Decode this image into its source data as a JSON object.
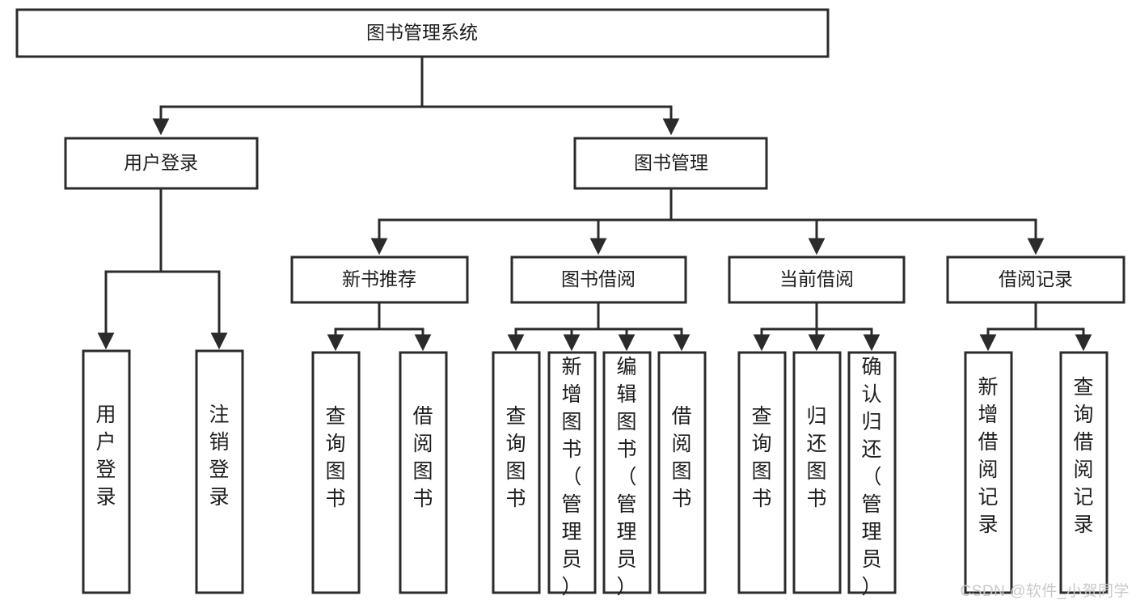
{
  "diagram": {
    "title": "图书管理系统",
    "type": "tree-hierarchy-chart",
    "watermark": "CSDN @软件_小贺同学",
    "colors": {
      "stroke": "#2b2b2b",
      "fill": "#ffffff",
      "text": "#1d1d1d",
      "watermark": "#c9c9c9"
    },
    "root": {
      "label": "图书管理系统"
    },
    "level1": [
      {
        "label": "用户登录"
      },
      {
        "label": "图书管理"
      }
    ],
    "level2": [
      {
        "label": "新书推荐"
      },
      {
        "label": "图书借阅"
      },
      {
        "label": "当前借阅"
      },
      {
        "label": "借阅记录"
      }
    ],
    "leaves": {
      "user_login": [
        {
          "label": "用户登录"
        },
        {
          "label": "注销登录"
        }
      ],
      "new_book_recommend": [
        {
          "label": "查询图书"
        },
        {
          "label": "借阅图书"
        }
      ],
      "book_borrow": [
        {
          "label": "查询图书"
        },
        {
          "label": "新增图书（管理员）"
        },
        {
          "label": "编辑图书（管理员）"
        },
        {
          "label": "借阅图书"
        }
      ],
      "current_borrow": [
        {
          "label": "查询图书"
        },
        {
          "label": "归还图书"
        },
        {
          "label": "确认归还（管理员）"
        }
      ],
      "borrow_record": [
        {
          "label": "新增借阅记录"
        },
        {
          "label": "查询借阅记录"
        }
      ]
    }
  }
}
